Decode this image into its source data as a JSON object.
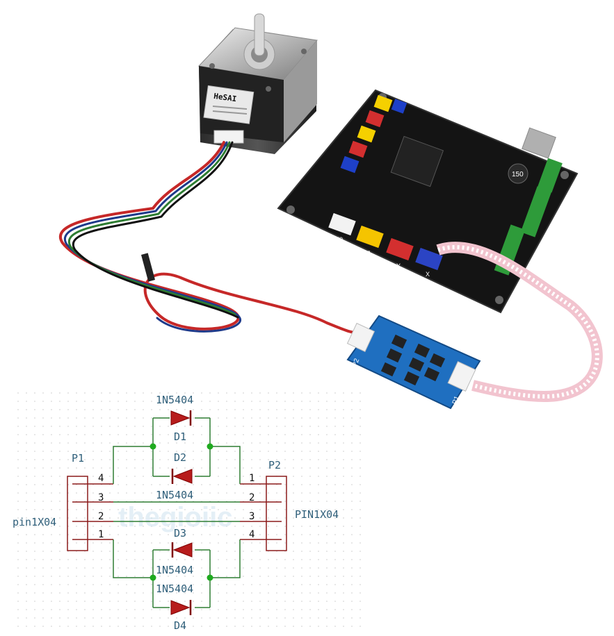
{
  "product_photo": {
    "motor_brand": "HeSAI",
    "board_inductor_label": "150",
    "board_silk": [
      "E1",
      "E0",
      "Z",
      "Y",
      "X"
    ],
    "module_labels": [
      "P2",
      "P1"
    ]
  },
  "watermark": "thegioiic",
  "schematic": {
    "connectors": [
      {
        "ref": "P1",
        "value": "pin1X04",
        "pins": [
          "4",
          "3",
          "2",
          "1"
        ]
      },
      {
        "ref": "P2",
        "value": "PIN1X04",
        "pins": [
          "1",
          "2",
          "3",
          "4"
        ]
      }
    ],
    "diodes": [
      {
        "ref": "D1",
        "value": "1N5404"
      },
      {
        "ref": "D2",
        "value": "1N5404"
      },
      {
        "ref": "D3",
        "value": "1N5404"
      },
      {
        "ref": "D4",
        "value": "1N5404"
      }
    ],
    "colors": {
      "wire": "#2e7d32",
      "pin": "#8b1a1a",
      "diode": "#b71c1c",
      "label": "#2f5f7a",
      "junction": "#1faa1f"
    }
  }
}
